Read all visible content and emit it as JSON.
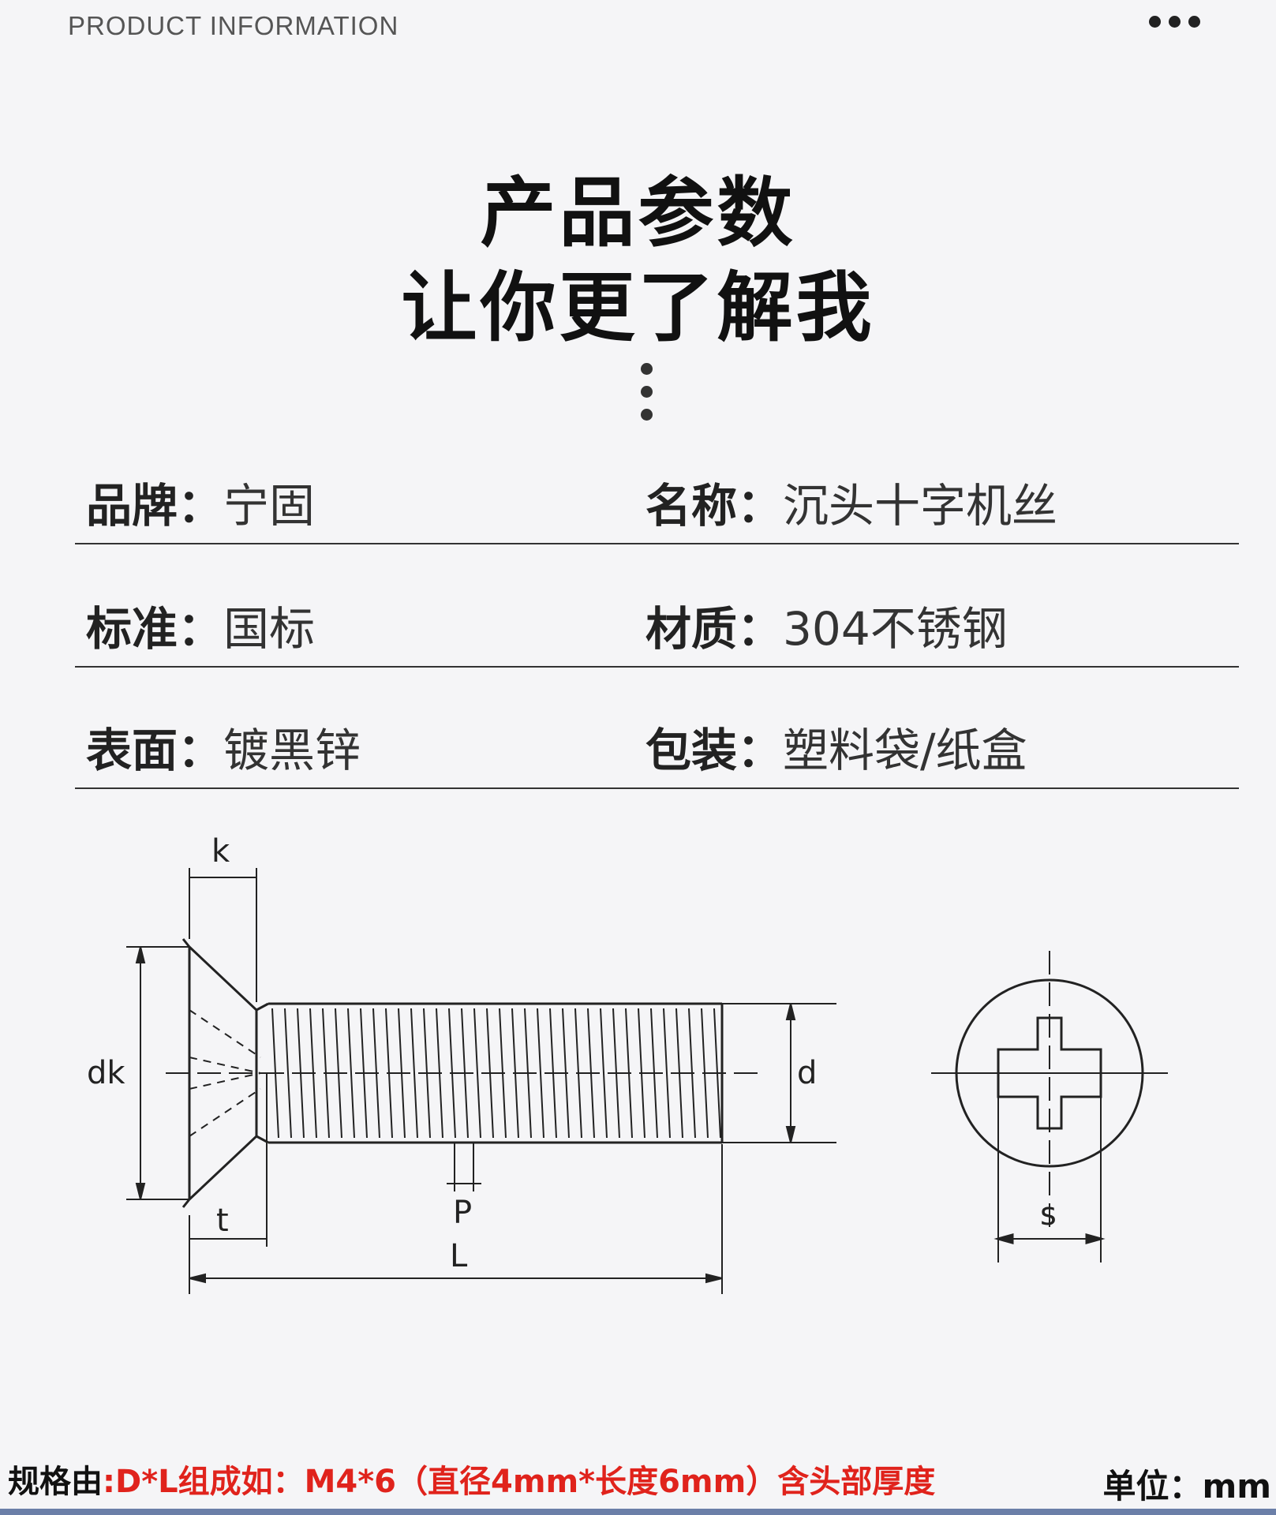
{
  "header": {
    "label": "PRODUCT INFORMATION"
  },
  "titles": {
    "line1": "产品参数",
    "line2": "让你更了解我"
  },
  "specs": [
    {
      "left_key": "品牌：",
      "left_val": "宁固",
      "right_key": "名称：",
      "right_val": "沉头十字机丝"
    },
    {
      "left_key": "标准：",
      "left_val": "国标",
      "right_key": "材质：",
      "right_val": "304不锈钢"
    },
    {
      "left_key": "表面：",
      "left_val": "镀黑锌",
      "right_key": "包装：",
      "right_val": "塑料袋/纸盒"
    }
  ],
  "diagram_labels": {
    "k": "k",
    "dk": "dk",
    "d": "d",
    "t": "t",
    "P": "P",
    "L": "L",
    "s": "s"
  },
  "footer": {
    "prefix": "规格由",
    "red_text": ":D*L组成如：M4*6（直径4mm*长度6mm）含头部厚度",
    "unit": "单位：mm"
  },
  "colors": {
    "accent_red": "#e0231c",
    "text": "#222222",
    "background": "#f5f5f7"
  }
}
